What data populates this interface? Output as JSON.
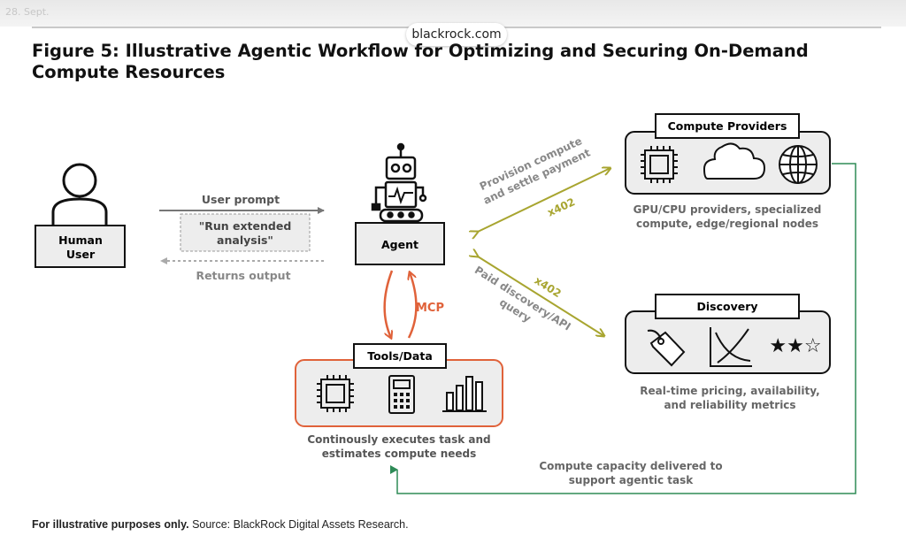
{
  "header": {
    "date": "28. Sept.",
    "domain": "blackrock.com",
    "title": "Figure 5: Illustrative Agentic Workflow for Optimizing and Securing On-Demand Compute Resources"
  },
  "diagram": {
    "human": {
      "label_line1": "Human",
      "label_line2": "User"
    },
    "user_prompt_label": "User prompt",
    "prompt_text_line1": "\"Run extended",
    "prompt_text_line2": "analysis\"",
    "returns_label": "Returns output",
    "agent_label": "Agent",
    "mcp_label": "MCP",
    "tools": {
      "title": "Tools/Data",
      "caption_line1": "Continously executes task and",
      "caption_line2": "estimates compute needs"
    },
    "provision": {
      "line1": "Provision compute",
      "line2": "and settle payment",
      "protocol": "x402"
    },
    "discovery_link": {
      "protocol": "x402",
      "line1": "Paid discovery/API",
      "line2": "query"
    },
    "compute_providers": {
      "title": "Compute Providers",
      "caption_line1": "GPU/CPU providers, specialized",
      "caption_line2": "compute, edge/regional nodes"
    },
    "discovery": {
      "title": "Discovery",
      "stars": "★★☆",
      "caption_line1": "Real-time pricing, availability,",
      "caption_line2": "and reliability metrics"
    },
    "delivery": {
      "line1": "Compute capacity delivered to",
      "line2": "support agentic task"
    },
    "colors": {
      "orange": "#e0623a",
      "olive": "#a8a530",
      "green": "#2e8b57",
      "box_fill": "#ededed",
      "gray_text": "#7a7a7a"
    }
  },
  "footer": {
    "bold": "For illustrative purposes only.",
    "source": " Source: BlackRock Digital Assets Research."
  }
}
